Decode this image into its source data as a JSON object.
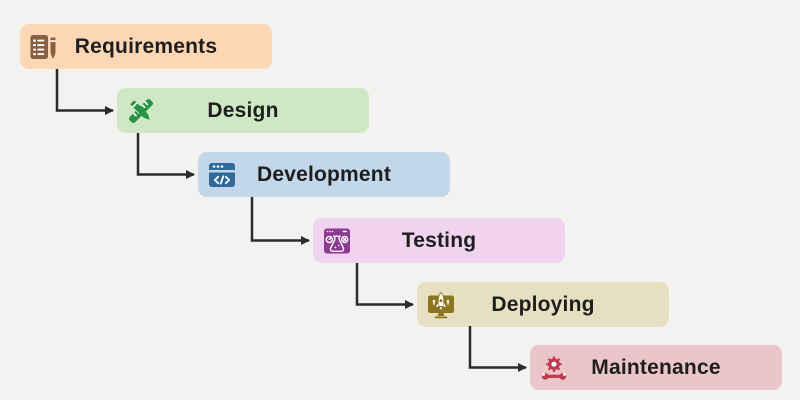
{
  "diagram": {
    "type": "waterfall-process-flow",
    "steps": [
      {
        "label": "Requirements",
        "icon": "requirements-document-icon",
        "bg_color": "#fbd7b6",
        "icon_color": "#8a5f41"
      },
      {
        "label": "Design",
        "icon": "design-ruler-pencil-icon",
        "bg_color": "#cde8c3",
        "icon_color": "#2a9245"
      },
      {
        "label": "Development",
        "icon": "development-code-window-icon",
        "bg_color": "#c2d7ea",
        "icon_color": "#2f6899"
      },
      {
        "label": "Testing",
        "icon": "testing-flask-window-icon",
        "bg_color": "#f0d3ef",
        "icon_color": "#8d3a92"
      },
      {
        "label": "Deploying",
        "icon": "deploying-rocket-monitor-icon",
        "bg_color": "#e6dfc1",
        "icon_color": "#8c7520"
      },
      {
        "label": "Maintenance",
        "icon": "maintenance-gear-wrench-icon",
        "bg_color": "#eac5c9",
        "icon_color": "#c13a4d"
      }
    ],
    "connections": [
      {
        "from": "Requirements",
        "to": "Design"
      },
      {
        "from": "Design",
        "to": "Development"
      },
      {
        "from": "Development",
        "to": "Testing"
      },
      {
        "from": "Testing",
        "to": "Deploying"
      },
      {
        "from": "Deploying",
        "to": "Maintenance"
      }
    ],
    "colors": {
      "background": "#f2f2f0",
      "arrow": "#2b2b2b",
      "text": "#1e1e1e"
    }
  }
}
